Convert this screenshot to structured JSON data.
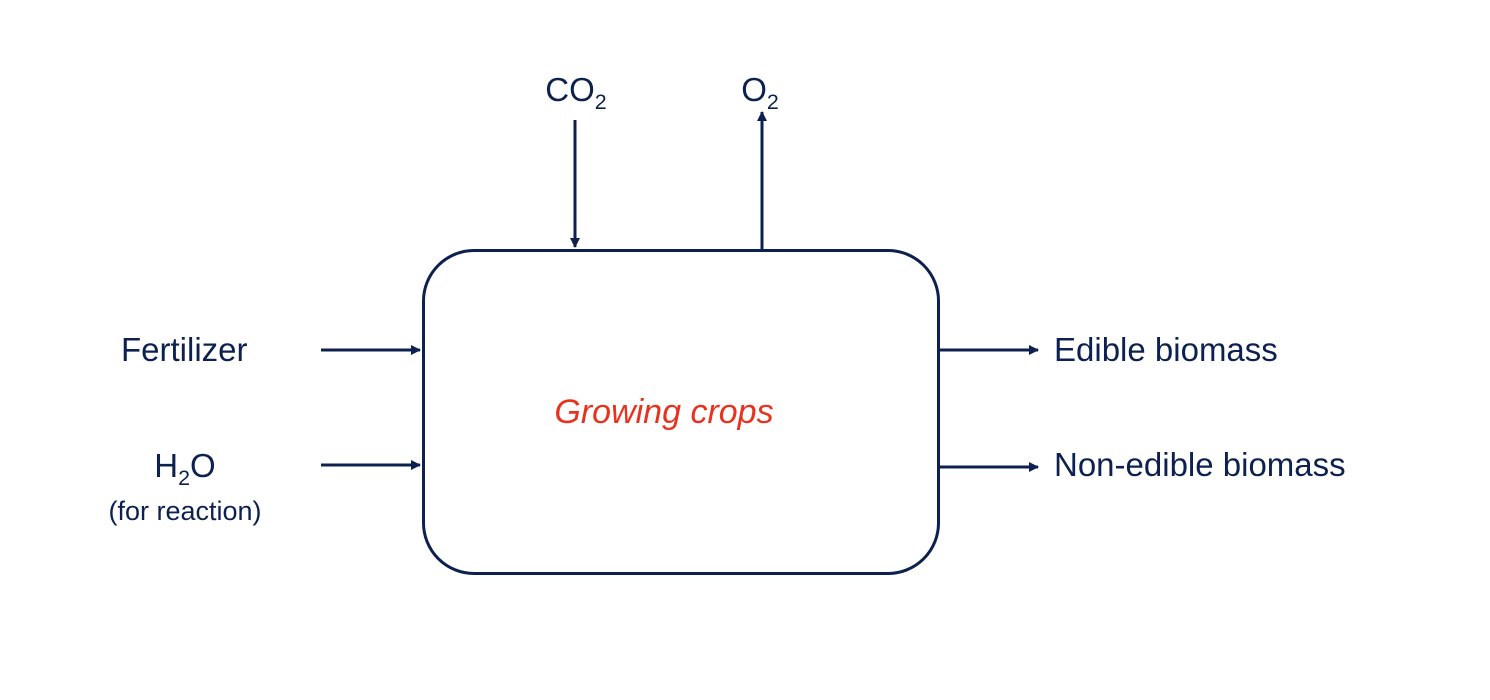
{
  "diagram": {
    "process": {
      "label": "Growing crops",
      "label_color": "#e8321e"
    },
    "line_color": "#0d2150",
    "top_flows": [
      {
        "base": "CO",
        "subscript": "2",
        "direction": "in"
      },
      {
        "base": "O",
        "subscript": "2",
        "direction": "out"
      }
    ],
    "inputs": [
      {
        "label": "Fertilizer"
      },
      {
        "base_pre": "H",
        "subscript": "2",
        "base_post": "O",
        "note": "(for reaction)"
      }
    ],
    "outputs": [
      {
        "label": "Edible biomass"
      },
      {
        "label": "Non-edible biomass"
      }
    ]
  }
}
